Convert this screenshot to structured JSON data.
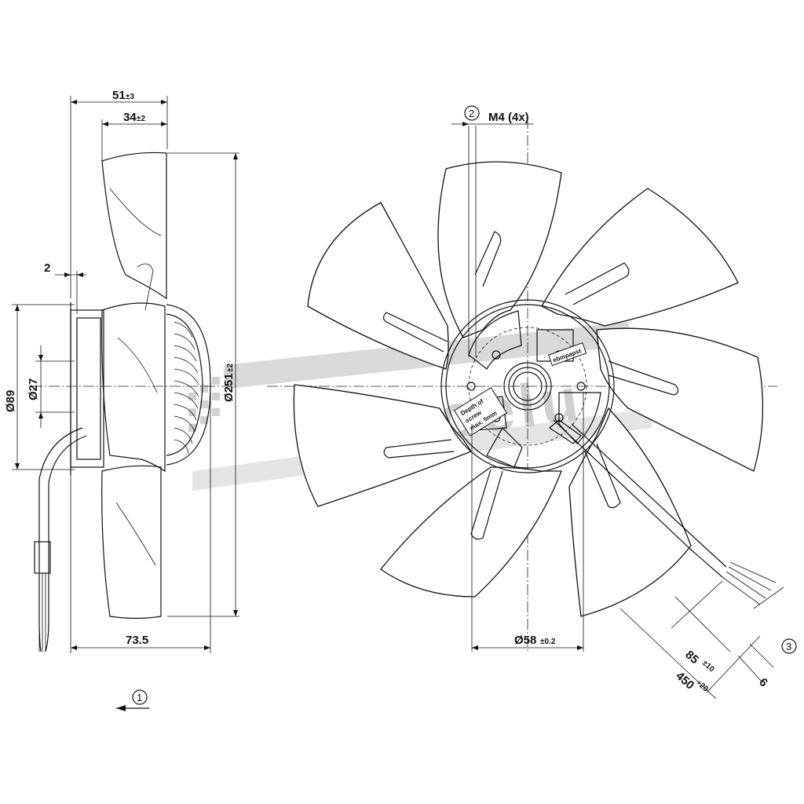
{
  "dimensions": {
    "overall_depth": {
      "value": "51",
      "tol": "±3"
    },
    "blade_depth": {
      "value": "34",
      "tol": "±2"
    },
    "offset": {
      "value": "2"
    },
    "hub_diameter": {
      "value": "Ø89"
    },
    "shaft_diameter": {
      "value": "Ø27"
    },
    "fan_diameter": {
      "value": "Ø251",
      "tol": "±2"
    },
    "total_depth": {
      "value": "73.5"
    },
    "thread": {
      "value": "M4 (4x)"
    },
    "bolt_circle": {
      "value": "Ø58",
      "tol": "±0.2"
    },
    "lead_short": {
      "value": "85",
      "tol": "±10"
    },
    "lead_long": {
      "value": "450",
      "tol": "+20"
    },
    "strip": {
      "value": "6"
    }
  },
  "markers": {
    "view": "1",
    "mount": "2",
    "cable": "3"
  },
  "hub_labels": {
    "depth_note": [
      "Depth of",
      "screw",
      "max. 5mm"
    ],
    "brand": "ebmpapst"
  },
  "watermark": "tecnoelu"
}
